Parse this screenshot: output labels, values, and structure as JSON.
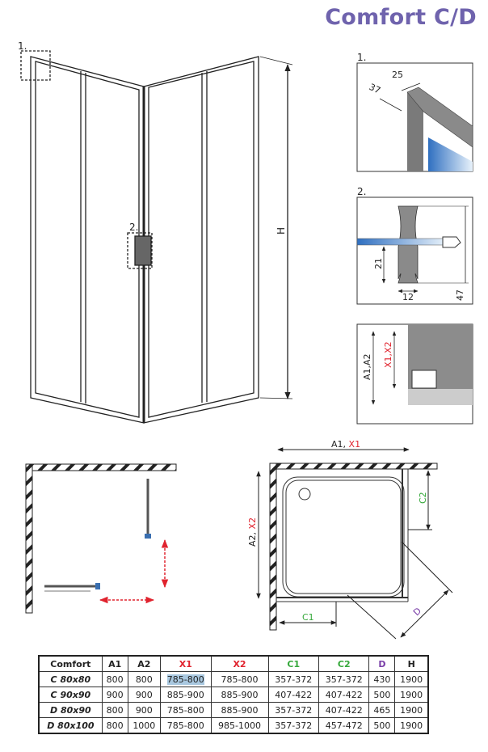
{
  "title": "Comfort C/D",
  "detail_labels": {
    "d1": "1.",
    "d2": "2."
  },
  "detail1_dims": {
    "a": "25",
    "b": "37"
  },
  "detail2_dims": {
    "a": "21",
    "b": "12",
    "c": "47"
  },
  "detail3_dims": {
    "a": "A1,A2",
    "b": "X1,X2"
  },
  "front_view": {
    "height_label": "H"
  },
  "plan_view": {
    "width_label_a": "A1, ",
    "width_label_x": "X1",
    "depth_label_a": "A2, ",
    "depth_label_x": "X2",
    "c1": "C1",
    "c2": "C2",
    "d": "D"
  },
  "colors": {
    "title": "#6f63ad",
    "x": "#e0232e",
    "c": "#35a83a",
    "d": "#7a3fa8",
    "arrow": "#e0232e",
    "glass": "#3a7fc8"
  },
  "table": {
    "headers": [
      "Comfort",
      "A1",
      "A2",
      "X1",
      "X2",
      "C1",
      "C2",
      "D",
      "H"
    ],
    "rows": [
      [
        "C 80x80",
        "800",
        "800",
        "785-800",
        "785-800",
        "357-372",
        "357-372",
        "430",
        "1900"
      ],
      [
        "C 90x90",
        "900",
        "900",
        "885-900",
        "885-900",
        "407-422",
        "407-422",
        "500",
        "1900"
      ],
      [
        "D 80x90",
        "800",
        "900",
        "785-800",
        "885-900",
        "357-372",
        "407-422",
        "465",
        "1900"
      ],
      [
        "D 80x100",
        "800",
        "1000",
        "785-800",
        "985-1000",
        "357-372",
        "457-472",
        "500",
        "1900"
      ]
    ]
  }
}
